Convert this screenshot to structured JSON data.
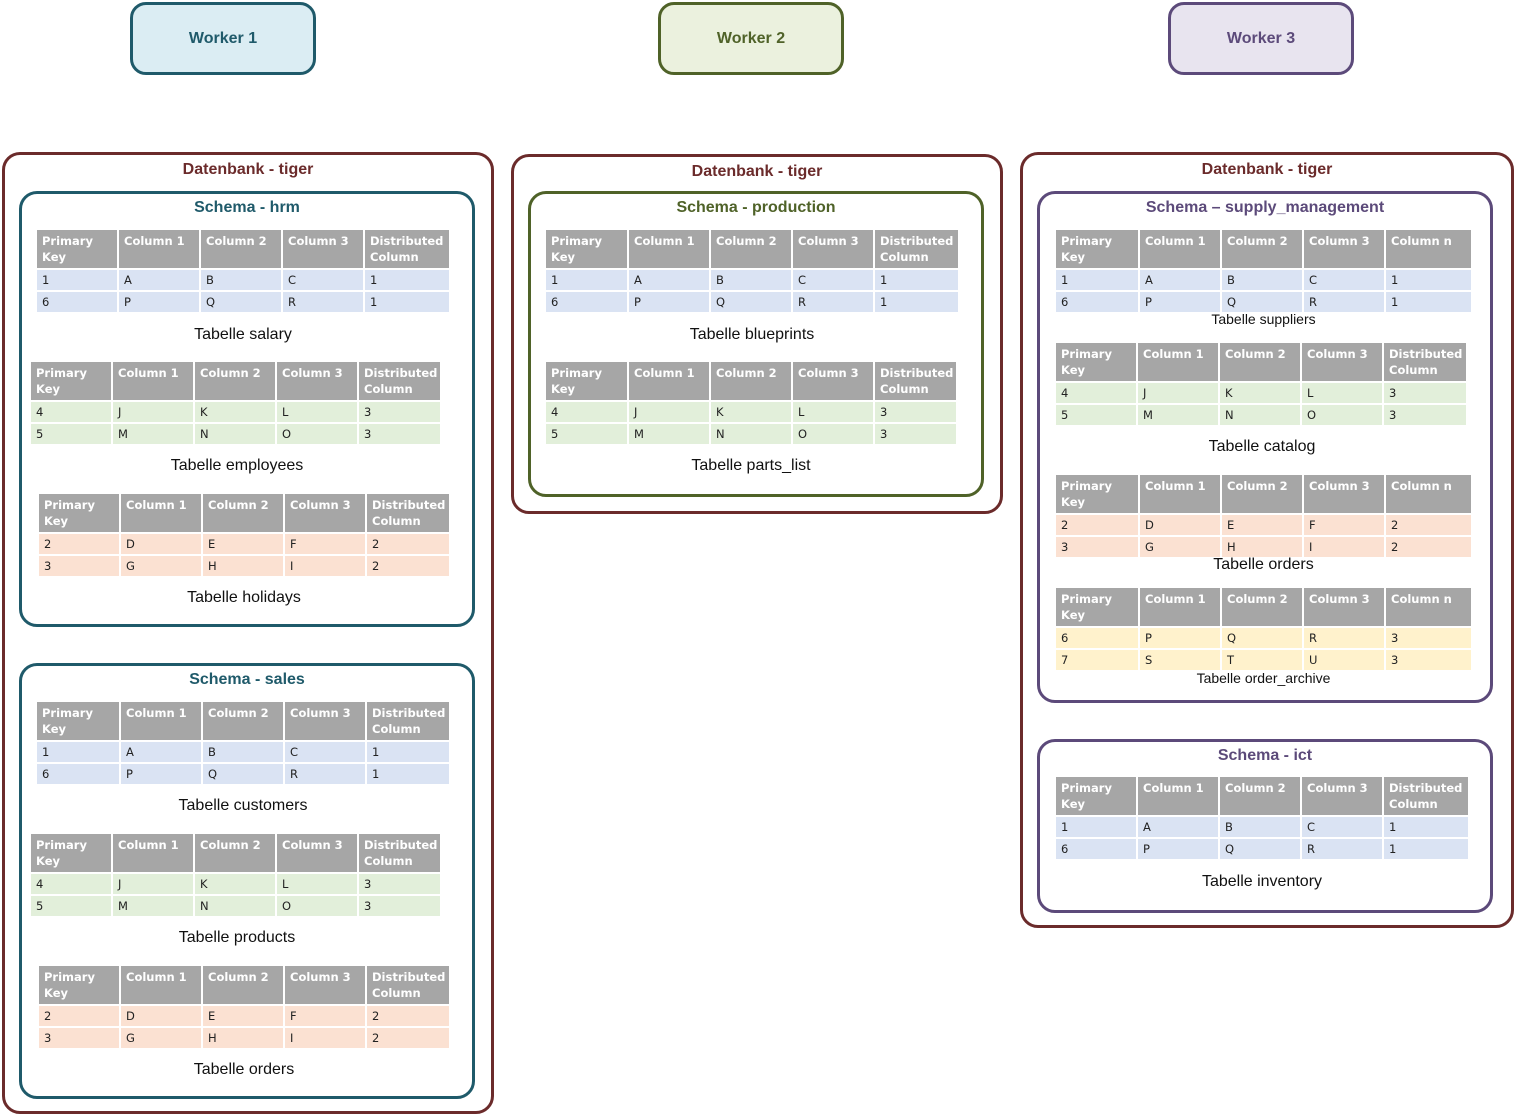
{
  "workers": [
    "Worker 1",
    "Worker 2",
    "Worker 3"
  ],
  "colors": {
    "worker1_border": "#1f5a6a",
    "worker1_fill": "#dbedf3",
    "worker2_border": "#4f6228",
    "worker2_fill": "#ebf1de",
    "worker3_border": "#5c4a7a",
    "worker3_fill": "#e8e4ef",
    "database_border": "#6b2b2b",
    "header_gray": "#a6a6a6",
    "row_blue": "#dae3f3",
    "row_green": "#e2efda",
    "row_orange": "#fbe1d2",
    "row_yellow": "#fff2cc"
  },
  "databases": [
    {
      "title": "Datenbank - tiger",
      "schemas": [
        {
          "title": "Schema - hrm",
          "tables": [
            {
              "caption": "Tabelle salary",
              "headers": [
                "Primary Key",
                "Column 1",
                "Column 2",
                "Column 3",
                "Distributed Column"
              ],
              "rows": [
                [
                  "1",
                  "A",
                  "B",
                  "C",
                  "1"
                ],
                [
                  "6",
                  "P",
                  "Q",
                  "R",
                  "1"
                ]
              ]
            },
            {
              "caption": "Tabelle employees",
              "headers": [
                "Primary Key",
                "Column 1",
                "Column 2",
                "Column 3",
                "Distributed Column"
              ],
              "rows": [
                [
                  "4",
                  "J",
                  "K",
                  "L",
                  "3"
                ],
                [
                  "5",
                  "M",
                  "N",
                  "O",
                  "3"
                ]
              ]
            },
            {
              "caption": "Tabelle holidays",
              "headers": [
                "Primary Key",
                "Column 1",
                "Column 2",
                "Column 3",
                "Distributed Column"
              ],
              "rows": [
                [
                  "2",
                  "D",
                  "E",
                  "F",
                  "2"
                ],
                [
                  "3",
                  "G",
                  "H",
                  "I",
                  "2"
                ]
              ]
            }
          ]
        },
        {
          "title": "Schema - sales",
          "tables": [
            {
              "caption": "Tabelle customers",
              "headers": [
                "Primary Key",
                "Column 1",
                "Column 2",
                "Column 3",
                "Distributed Column"
              ],
              "rows": [
                [
                  "1",
                  "A",
                  "B",
                  "C",
                  "1"
                ],
                [
                  "6",
                  "P",
                  "Q",
                  "R",
                  "1"
                ]
              ]
            },
            {
              "caption": "Tabelle products",
              "headers": [
                "Primary Key",
                "Column 1",
                "Column 2",
                "Column 3",
                "Distributed Column"
              ],
              "rows": [
                [
                  "4",
                  "J",
                  "K",
                  "L",
                  "3"
                ],
                [
                  "5",
                  "M",
                  "N",
                  "O",
                  "3"
                ]
              ]
            },
            {
              "caption": "Tabelle orders",
              "headers": [
                "Primary Key",
                "Column 1",
                "Column 2",
                "Column 3",
                "Distributed Column"
              ],
              "rows": [
                [
                  "2",
                  "D",
                  "E",
                  "F",
                  "2"
                ],
                [
                  "3",
                  "G",
                  "H",
                  "I",
                  "2"
                ]
              ]
            }
          ]
        }
      ]
    },
    {
      "title": "Datenbank - tiger",
      "schemas": [
        {
          "title": "Schema - production",
          "tables": [
            {
              "caption": "Tabelle blueprints",
              "headers": [
                "Primary Key",
                "Column 1",
                "Column 2",
                "Column 3",
                "Distributed Column"
              ],
              "rows": [
                [
                  "1",
                  "A",
                  "B",
                  "C",
                  "1"
                ],
                [
                  "6",
                  "P",
                  "Q",
                  "R",
                  "1"
                ]
              ]
            },
            {
              "caption": "Tabelle parts_list",
              "headers": [
                "Primary Key",
                "Column 1",
                "Column 2",
                "Column 3",
                "Distributed Column"
              ],
              "rows": [
                [
                  "4",
                  "J",
                  "K",
                  "L",
                  "3"
                ],
                [
                  "5",
                  "M",
                  "N",
                  "O",
                  "3"
                ]
              ]
            }
          ]
        }
      ]
    },
    {
      "title": "Datenbank - tiger",
      "schemas": [
        {
          "title": "Schema – supply_management",
          "tables": [
            {
              "caption": "Tabelle suppliers",
              "headers": [
                "Primary Key",
                "Column 1",
                "Column 2",
                "Column 3",
                "Column n"
              ],
              "rows": [
                [
                  "1",
                  "A",
                  "B",
                  "C",
                  "1"
                ],
                [
                  "6",
                  "P",
                  "Q",
                  "R",
                  "1"
                ]
              ]
            },
            {
              "caption": "Tabelle catalog",
              "headers": [
                "Primary Key",
                "Column 1",
                "Column 2",
                "Column 3",
                "Distributed Column"
              ],
              "rows": [
                [
                  "4",
                  "J",
                  "K",
                  "L",
                  "3"
                ],
                [
                  "5",
                  "M",
                  "N",
                  "O",
                  "3"
                ]
              ]
            },
            {
              "caption": "Tabelle orders",
              "headers": [
                "Primary Key",
                "Column 1",
                "Column 2",
                "Column 3",
                "Column n"
              ],
              "rows": [
                [
                  "2",
                  "D",
                  "E",
                  "F",
                  "2"
                ],
                [
                  "3",
                  "G",
                  "H",
                  "I",
                  "2"
                ]
              ]
            },
            {
              "caption": "Tabelle order_archive",
              "headers": [
                "Primary Key",
                "Column 1",
                "Column 2",
                "Column 3",
                "Column n"
              ],
              "rows": [
                [
                  "6",
                  "P",
                  "Q",
                  "R",
                  "3"
                ],
                [
                  "7",
                  "S",
                  "T",
                  "U",
                  "3"
                ]
              ]
            }
          ]
        },
        {
          "title": "Schema - ict",
          "tables": [
            {
              "caption": "Tabelle inventory",
              "headers": [
                "Primary Key",
                "Column 1",
                "Column 2",
                "Column 3",
                "Distributed Column"
              ],
              "rows": [
                [
                  "1",
                  "A",
                  "B",
                  "C",
                  "1"
                ],
                [
                  "6",
                  "P",
                  "Q",
                  "R",
                  "1"
                ]
              ]
            }
          ]
        }
      ]
    }
  ]
}
